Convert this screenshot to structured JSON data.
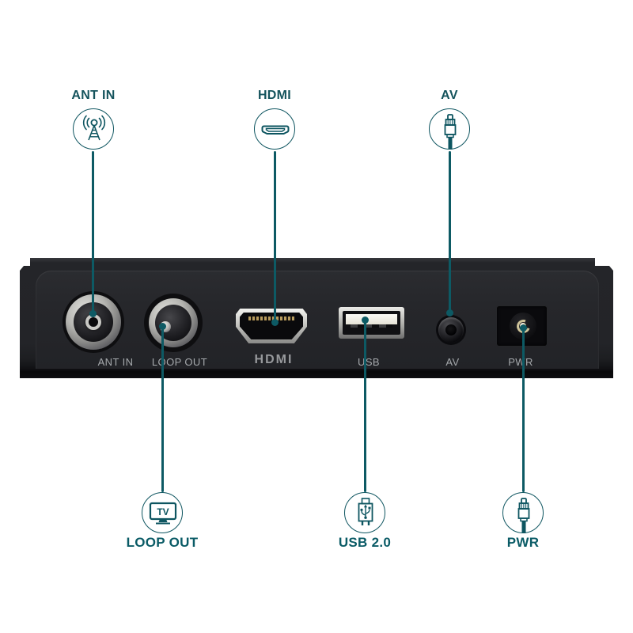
{
  "title": "Set-top box rear panel connection diagram",
  "colors": {
    "callout_teal": "#0D5A64",
    "top_label_teal": "#14535C",
    "bottom_label_teal": "#0A5B66",
    "device_body": "#232428",
    "port_label_gray": "#A5A9AC"
  },
  "top_callouts": [
    {
      "id": "ant-in",
      "label": "ANT IN",
      "icon": "antenna-icon"
    },
    {
      "id": "hdmi",
      "label": "HDMI",
      "icon": "hdmi-connector-icon"
    },
    {
      "id": "av",
      "label": "AV",
      "icon": "rca-plug-icon"
    }
  ],
  "bottom_callouts": [
    {
      "id": "loop-out",
      "label": "LOOP OUT",
      "icon": "tv-icon"
    },
    {
      "id": "usb-2-0",
      "label": "USB 2.0",
      "icon": "usb-plug-icon"
    },
    {
      "id": "pwr",
      "label": "PWR",
      "icon": "power-plug-icon"
    }
  ],
  "icons": {
    "tv_icon_text": "TV"
  },
  "device": {
    "port_labels": [
      {
        "id": "ant-in",
        "label": "ANT IN"
      },
      {
        "id": "loop-out",
        "label": "LOOP OUT"
      },
      {
        "id": "hdmi",
        "label": "HDMI"
      },
      {
        "id": "usb",
        "label": "USB"
      },
      {
        "id": "av",
        "label": "AV"
      },
      {
        "id": "pwr",
        "label": "PWR"
      }
    ]
  }
}
